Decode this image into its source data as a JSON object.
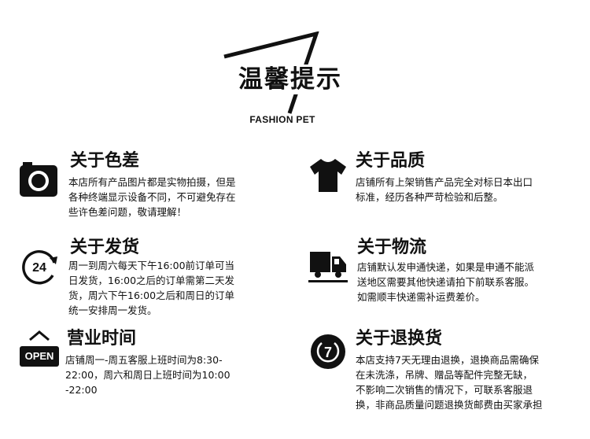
{
  "header": {
    "title": "温馨提示",
    "subtitle": "FASHION PET"
  },
  "sections": {
    "color": {
      "heading": "关于色差",
      "body": "本店所有产品图片都是实物拍摄，但是\n各种终端显示设备不同，不可避免存在\n些许色差问题，敬请理解！",
      "icon": "camera-icon"
    },
    "quality": {
      "heading": "关于品质",
      "body": "店铺所有上架销售产品完全对标日本出口\n标准，经历各种严苛检验和后整。",
      "icon": "tshirt-icon"
    },
    "shipping": {
      "heading": "关于发货",
      "body": "周一到周六每天下午16:00前订单可当\n日发货，16:00之后的订单需第二天发\n货，周六下午16:00之后和周日的订单\n统一安排周一发货。",
      "icon": "24-hour-icon",
      "icon_text": "24"
    },
    "logistics": {
      "heading": "关于物流",
      "body": "店铺默认发申通快递，如果是申通不能派\n送地区需要其他快递请拍下前联系客服。\n如需顺丰快递需补运费差价。",
      "icon": "truck-icon"
    },
    "hours": {
      "heading": "营业时间",
      "body": "店铺周一-周五客服上班时间为8:30-\n22:00，周六和周日上班时间为10:00\n-22:00",
      "icon": "open-sign-icon",
      "icon_text": "OPEN"
    },
    "returns": {
      "heading": "关于退换货",
      "body": "本店支持7天无理由退换，退换商品需确保\n在未洗涤，吊牌、赠品等配件完整无缺，\n不影响二次销售的情况下，可联系客服退\n换，非商品质量问题退换货邮费由买家承担",
      "icon": "seven-day-return-icon",
      "icon_text": "7"
    }
  }
}
